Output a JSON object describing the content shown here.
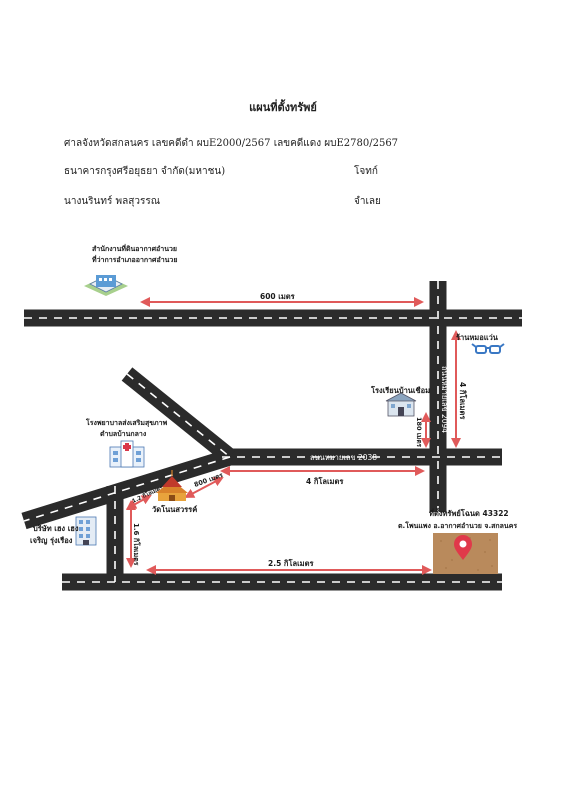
{
  "document": {
    "title": "แผนที่ตั้งทรัพย์",
    "case_line": "ศาลจังหวัดสกลนคร เลขคดีดำ ผบE2000/2567 เลขคดีแดง ผบE2780/2567",
    "plaintiff": "ธนาคารกรุงศรีอยุธยา จำกัด(มหาชน)",
    "plaintiff_role": "โจทก์",
    "defendant": "นางนรินทร์ พลสุวรรณ",
    "defendant_role": "จำเลย"
  },
  "map": {
    "places": {
      "land_office_1": "สำนักงานที่ดินอากาศอำนวย",
      "land_office_2": "ที่ว่าการอำเภออากาศอำนวย",
      "optical_shop": "ร้านหมอแว่น",
      "school": "โรงเรียนบ้านเชือม",
      "hospital_1": "โรงพยาบาลส่งเสริมสุขภาพ",
      "hospital_2": "ตำบลบ้านกลาง",
      "temple": "วัดโนนสวรรค์",
      "company_1": "บริษัท เฮง เฮง",
      "company_2": "เจริญ รุ่งเรือง",
      "property_1": "ที่ตั้งทรัพย์โฉนด 43322",
      "property_2": "ต.โพนแพง อ.อากาศอำนวย จ.สกลนคร"
    },
    "roads": {
      "vertical": "ถนนหมายเลข 2094",
      "horizontal": "ถนนหมายเลข 2038"
    },
    "distances": {
      "top": "600 เมตร",
      "right_vertical": "4 กิโลเมตร",
      "school_gap": "180 เมตร",
      "middle": "4 กิโลเมตร",
      "temple": "800 เมตร",
      "small_diag": "1.2 กิโลเมตร",
      "left_vertical": "1.6 กิโลเมตร",
      "bottom": "2.5 กิโลเมตร"
    },
    "colors": {
      "road": "#2b2b2b",
      "dash": "#ffffff",
      "arrow": "#e05a5a",
      "pin": "#e0394a",
      "land": "#b98a5c"
    },
    "icons": [
      "building-icon",
      "glasses-icon",
      "school-icon",
      "hospital-icon",
      "temple-icon",
      "office-building-icon",
      "location-pin-icon"
    ]
  }
}
